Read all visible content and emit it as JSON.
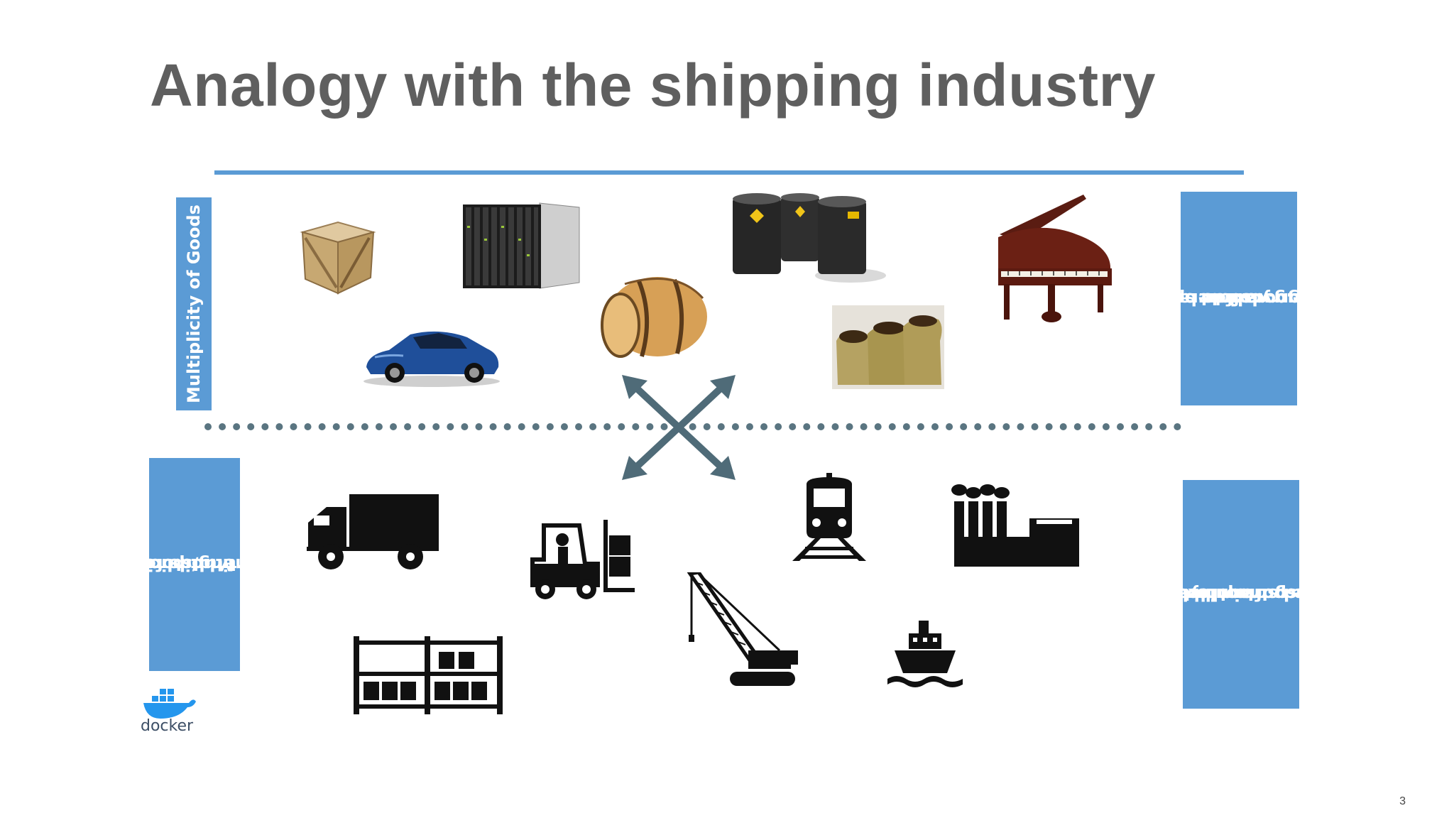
{
  "slide": {
    "title": "Analogy with the shipping industry",
    "page_number": "3",
    "left_top_label": "Multiplicity of Goods",
    "left_bottom_label": [
      "Multiplicity of",
      "methods for",
      "transporting/storing"
    ],
    "right_top_label": [
      "Do I worry about",
      "how goods interact",
      "(e.g. coffee beans",
      "next to spices)"
    ],
    "right_bottom_label": [
      "Can I transport quickly",
      "and smoothly",
      "(e.g. from boat to",
      "train to truck)"
    ],
    "logo_text": "docker"
  },
  "colors": {
    "accent": "#5b9bd5",
    "title": "#5f5f5f",
    "arrows": "#4f6b78"
  },
  "icons": [
    "crate-icon",
    "server-rack-icon",
    "oil-drums-icon",
    "piano-icon",
    "car-icon",
    "barrel-icon",
    "coffee-sacks-icon",
    "cross-arrows-icon",
    "truck-icon",
    "forklift-icon",
    "train-icon",
    "factory-icon",
    "warehouse-icon",
    "crane-icon",
    "ship-icon",
    "docker-whale-icon"
  ]
}
